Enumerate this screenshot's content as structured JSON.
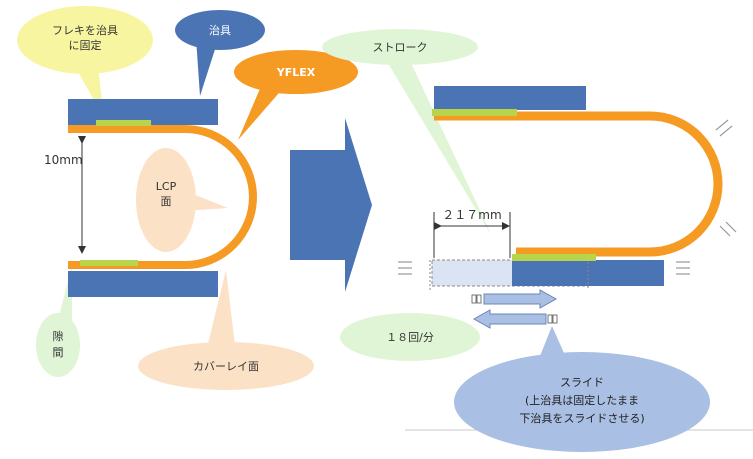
{
  "callouts": {
    "flex_fix": [
      "フレキを治具",
      "に固定"
    ],
    "jig": "治具",
    "yflex": "YFLEX",
    "stroke": "ストローク",
    "lcp": [
      "LCP",
      "面"
    ],
    "gap": [
      "隙",
      "間"
    ],
    "cover": "カバーレイ面",
    "speed": "１８回/分",
    "slide": [
      "スライド",
      "(上治具は固定したまま",
      "下治具をスライドさせる)"
    ]
  },
  "dimensions": {
    "height": "10mm",
    "stroke": "２１７mm"
  },
  "colors": {
    "jig": "#4a74b4",
    "flex": "#f59a22",
    "tape": "#b8d44a",
    "light_green": "#dff5d6",
    "light_yellow": "#f8f5a0",
    "peach": "#fbe1c6",
    "slide_blue": "#a9bfe3",
    "arrow_blue": "#4a74b4"
  }
}
